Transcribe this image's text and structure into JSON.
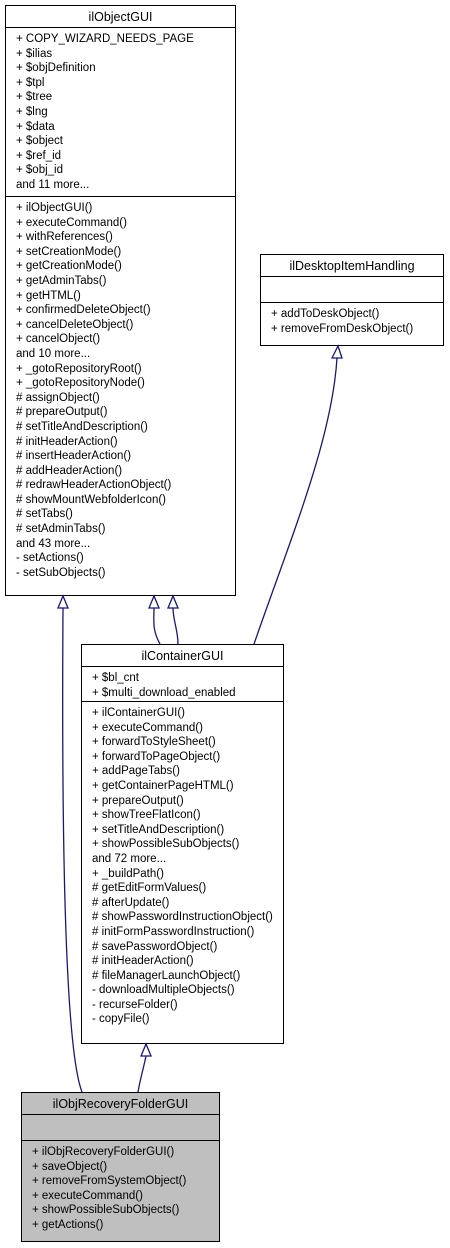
{
  "classes": {
    "ilObjectGUI": {
      "name": "ilObjectGUI",
      "attributes": [
        "+ COPY_WIZARD_NEEDS_PAGE",
        "+ $ilias",
        "+ $objDefinition",
        "+ $tpl",
        "+ $tree",
        "+ $lng",
        "+ $data",
        "+ $object",
        "+ $ref_id",
        "+ $obj_id",
        "and 11 more..."
      ],
      "methods": [
        "+ ilObjectGUI()",
        "+ executeCommand()",
        "+ withReferences()",
        "+ setCreationMode()",
        "+ getCreationMode()",
        "+ getAdminTabs()",
        "+ getHTML()",
        "+ confirmedDeleteObject()",
        "+ cancelDeleteObject()",
        "+ cancelObject()",
        "and 10 more...",
        "+ _gotoRepositoryRoot()",
        "+ _gotoRepositoryNode()",
        "# assignObject()",
        "# prepareOutput()",
        "# setTitleAndDescription()",
        "# initHeaderAction()",
        "# insertHeaderAction()",
        "# addHeaderAction()",
        "# redrawHeaderActionObject()",
        "# showMountWebfolderIcon()",
        "# setTabs()",
        "# setAdminTabs()",
        "and 43 more...",
        "- setActions()",
        "- setSubObjects()"
      ]
    },
    "ilDesktopItemHandling": {
      "name": "ilDesktopItemHandling",
      "attributes": [],
      "methods": [
        "+ addToDeskObject()",
        "+ removeFromDeskObject()"
      ]
    },
    "ilContainerGUI": {
      "name": "ilContainerGUI",
      "attributes": [
        "+ $bl_cnt",
        "+ $multi_download_enabled"
      ],
      "methods": [
        "+ ilContainerGUI()",
        "+ executeCommand()",
        "+ forwardToStyleSheet()",
        "+ forwardToPageObject()",
        "+ addPageTabs()",
        "+ getContainerPageHTML()",
        "+ prepareOutput()",
        "+ showTreeFlatIcon()",
        "+ setTitleAndDescription()",
        "+ showPossibleSubObjects()",
        "and 72 more...",
        "+ _buildPath()",
        "# getEditFormValues()",
        "# afterUpdate()",
        "# showPasswordInstructionObject()",
        "# initFormPasswordInstruction()",
        "# savePasswordObject()",
        "# initHeaderAction()",
        "# fileManagerLaunchObject()",
        "- downloadMultipleObjects()",
        "- recurseFolder()",
        "- copyFile()"
      ]
    },
    "ilObjRecoveryFolderGUI": {
      "name": "ilObjRecoveryFolderGUI",
      "attributes": [],
      "methods": [
        "+ ilObjRecoveryFolderGUI()",
        "+ saveObject()",
        "+ removeFromSystemObject()",
        "+ executeCommand()",
        "+ showPossibleSubObjects()",
        "+ getActions()"
      ]
    }
  },
  "colors": {
    "highlight_fill": "#bfbfbf",
    "edge": "#191970"
  }
}
